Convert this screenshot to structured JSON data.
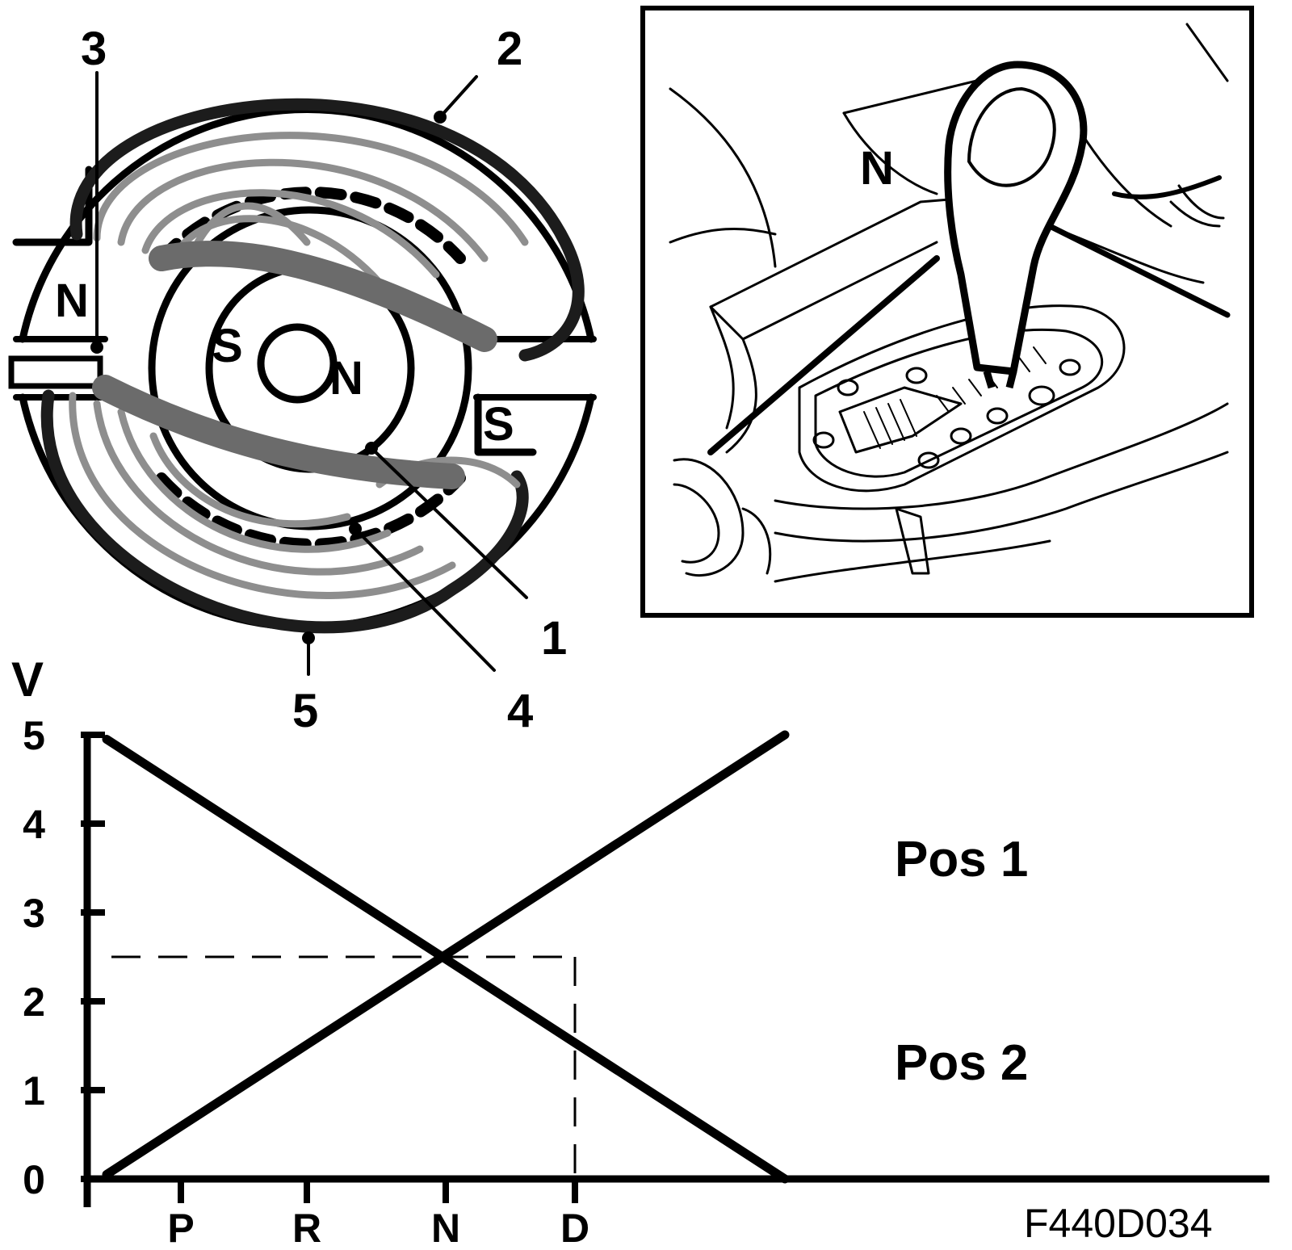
{
  "sensor_diagram": {
    "callouts": [
      "1",
      "2",
      "3",
      "4",
      "5"
    ],
    "stator_poles": {
      "left": "N",
      "right": "S"
    },
    "magnet_poles": {
      "left": "S",
      "right": "N"
    }
  },
  "inset": {
    "gear_letter": "N"
  },
  "figure_code": "F440D034",
  "chart_data": {
    "type": "line",
    "ylabel": "V",
    "ylim": [
      0,
      5
    ],
    "yticks": [
      0,
      1,
      2,
      3,
      4,
      5
    ],
    "x_categories": [
      "P",
      "R",
      "N",
      "D"
    ],
    "series": [
      {
        "name": "Pos 1",
        "points": [
          [
            0.15,
            0.05
          ],
          [
            5.4,
            5.0
          ]
        ]
      },
      {
        "name": "Pos 2",
        "points": [
          [
            0.15,
            4.95
          ],
          [
            5.4,
            0.0
          ]
        ]
      }
    ],
    "reference": {
      "x": "D",
      "y": 2.5
    }
  }
}
